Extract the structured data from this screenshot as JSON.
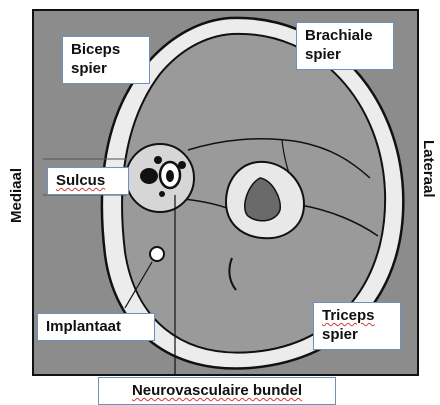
{
  "labels": {
    "biceps_line1": "Biceps",
    "biceps_line2": "spier",
    "brachiale_line1": "Brachiale",
    "brachiale_line2": "spier",
    "sulcus": "Sulcus",
    "implantaat": "Implantaat",
    "triceps_line1": "Triceps",
    "triceps_line2": "spier",
    "neurovasculaire": "Neurovasculaire bundel",
    "mediaal": "Mediaal",
    "lateraal": "Lateraal"
  },
  "colors": {
    "muscle": "#9a9a9a",
    "bone_cortex": "#e8e8e8",
    "bone_marrow": "#6a6a6a",
    "fat_ring": "#ececec",
    "frame_fill": "#8c8c8c",
    "outline": "#111111",
    "box_border": "#6f8fbd"
  }
}
